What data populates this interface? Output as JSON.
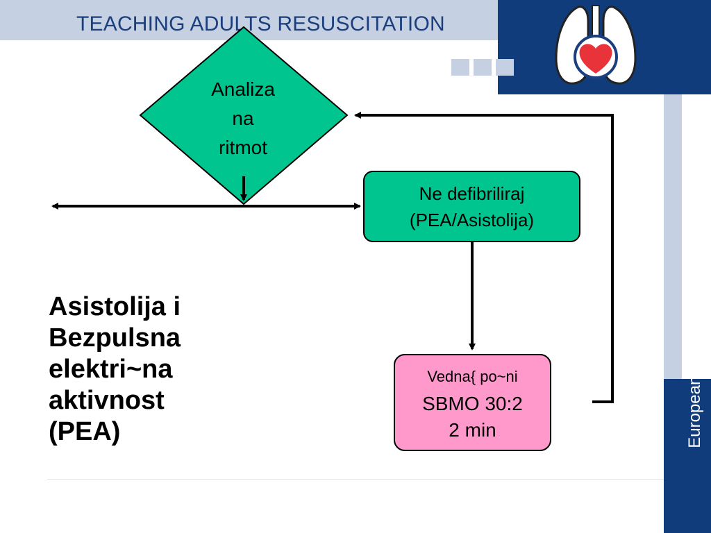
{
  "header": {
    "title": "TEACHING ADULTS RESUSCITATION",
    "band_color": "#c5d0e2",
    "brand_color": "#103c7c"
  },
  "logo": {
    "icon": "lungs-heart-icon",
    "heart_color": "#e8333b"
  },
  "sidebar": {
    "org_name": "European Resuscitation Council"
  },
  "diagram": {
    "rhythm_check": {
      "lines": [
        "Analiza",
        "na",
        "ritmot"
      ],
      "color": "#00c58f"
    },
    "non_shockable": {
      "line1": "Ne defibriliraj",
      "line2": "(PEA/Asistolija)",
      "color": "#00c58f"
    },
    "cpr": {
      "line1": "Vedna{ po~ni",
      "line2": "SBMO 30:2",
      "line3": "2 min",
      "color": "#ff99cc"
    }
  },
  "main_title": {
    "lines": [
      "Asistolija i",
      "Bezpulsna",
      "elektri~na",
      "aktivnost",
      "(PEA)"
    ]
  }
}
